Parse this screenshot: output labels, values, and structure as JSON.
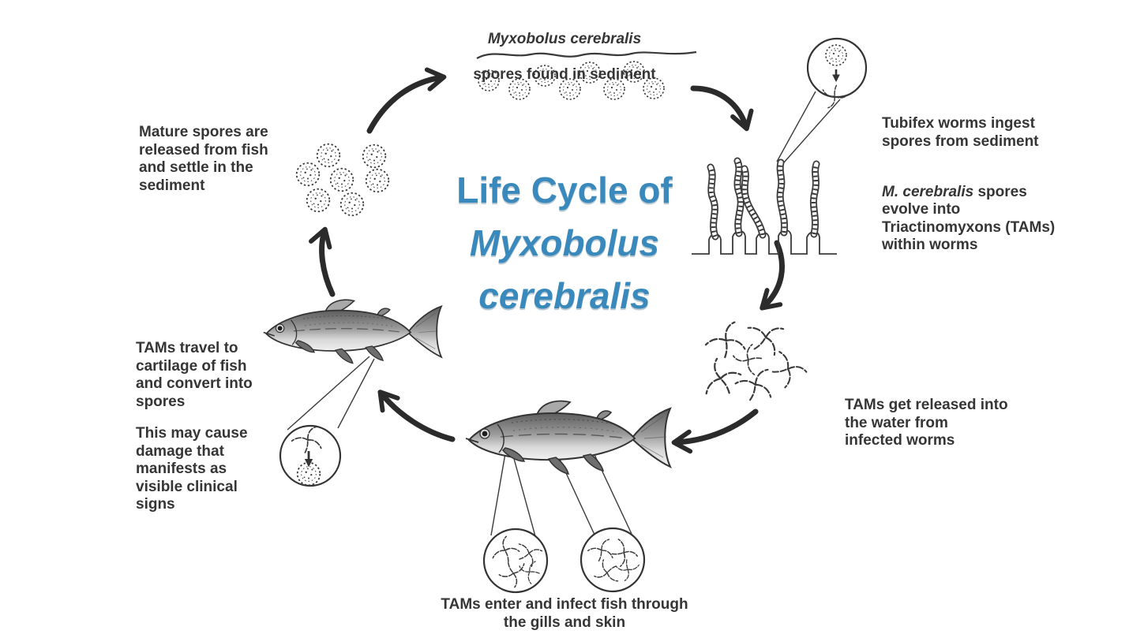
{
  "palette": {
    "title_blue": "#3a89bc",
    "ink": "#3a3a3a",
    "arrow": "#2b2b2b",
    "text": "#353535"
  },
  "title": {
    "line1": "Life Cycle of",
    "line2": "Myxobolus",
    "line3": "cerebralis"
  },
  "stages": {
    "sediment": {
      "heading_italic": "Myxobolus cerebralis",
      "heading_rest": "spores found in sediment"
    },
    "worms_ingest": "Tubifex worms ingest\nspores from sediment",
    "spores_evolve": {
      "italic": "M. cerebralis",
      "rest": " spores",
      "lines": "evolve into\nTriactinomyxons (TAMs)\nwithin worms"
    },
    "tams_release": "TAMs get released into\nthe water from\ninfected worms",
    "fish_infection": "TAMs enter and infect fish through\nthe gills and skin",
    "cartilage": "TAMs travel to\ncartilage of fish\nand convert into\nspores",
    "damage": "This may cause\ndamage that\nmanifests as\nvisible clinical\nsigns",
    "mature_spores": "Mature spores are\nreleased from fish\nand settle in the\nsediment"
  },
  "illustrations": {
    "sediment_spores": "myxospores under sediment line",
    "magnifier_top_right": "spore transforming to TAM inside tubifex worm",
    "tubifex_worms": "tubifex worms in burrows",
    "tams_cluster": "free-floating triactinomyxons",
    "trout_bottom": "rainbow trout being infected",
    "magnifier_gills": "TAMs entering gills",
    "magnifier_skin": "TAMs entering skin",
    "trout_left": "infected rainbow trout",
    "magnifier_cartilage": "TAM converting to spore",
    "mature_spore_cluster": "mature myxospores"
  }
}
